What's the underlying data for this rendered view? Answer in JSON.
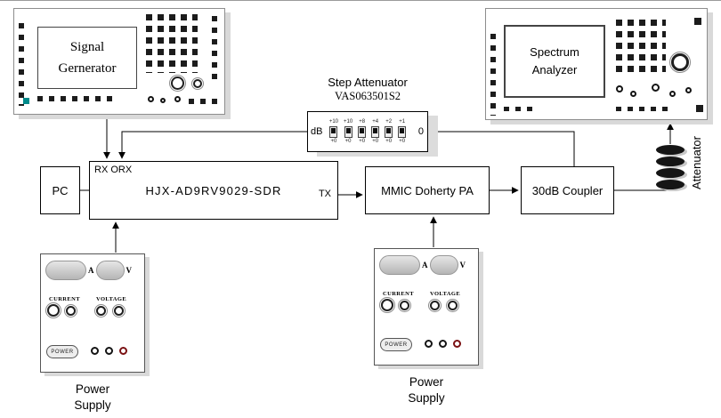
{
  "signal_generator": {
    "label_line1": "Signal",
    "label_line2": "Gernerator"
  },
  "spectrum_analyzer": {
    "label_line1": "Spectrum",
    "label_line2": "Analyzer"
  },
  "step_attenuator": {
    "title": "Step Attenuator",
    "model": "VAS063501S2",
    "left_label": "dB",
    "right_label": "0",
    "switches": [
      {
        "top": "+10",
        "bottom": "+0"
      },
      {
        "top": "+10",
        "bottom": "+0"
      },
      {
        "top": "+8",
        "bottom": "+0"
      },
      {
        "top": "+4",
        "bottom": "+0"
      },
      {
        "top": "+2",
        "bottom": "+0"
      },
      {
        "top": "+1",
        "bottom": "+0"
      }
    ]
  },
  "pc": {
    "label": "PC"
  },
  "sdr": {
    "corner_label": "RX ORX",
    "label": "HJX-AD9RV9029-SDR",
    "tx_label": "TX"
  },
  "pa": {
    "label": "MMIC Doherty PA"
  },
  "coupler": {
    "label": "30dB Coupler"
  },
  "attenuator": {
    "label": "Attenuator"
  },
  "power_supply_left": {
    "meter_a": "A",
    "meter_v": "V",
    "current_label": "CURRENT",
    "voltage_label": "VOLTAGE",
    "power_label": "POWER",
    "caption_line1": "Power",
    "caption_line2": "Supply"
  },
  "power_supply_center": {
    "meter_a": "A",
    "meter_v": "V",
    "current_label": "CURRENT",
    "voltage_label": "VOLTAGE",
    "power_label": "POWER",
    "caption_line1": "Power",
    "caption_line2": "Supply"
  },
  "colors": {
    "wire": "#000000",
    "shadow": "#d9d9d9",
    "dark_red": "#7b1113",
    "teal": "#008b8b"
  }
}
